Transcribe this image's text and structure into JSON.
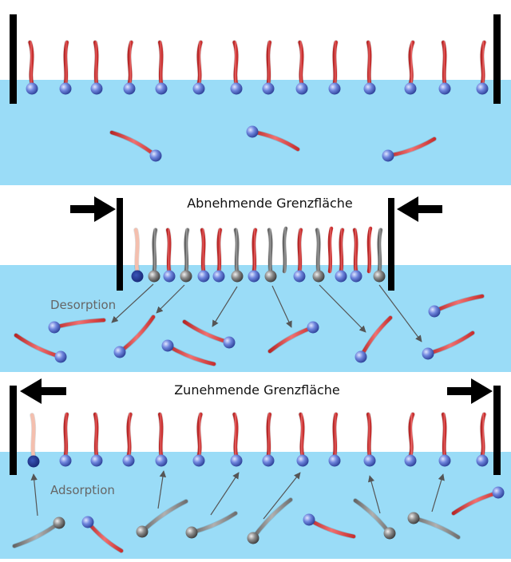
{
  "panels": {
    "middle": {
      "title": "Abnehmende Grenzfläche",
      "process_label": "Desorption"
    },
    "bottom": {
      "title": "Zunehmende Grenzfläche",
      "process_label": "Adsorption"
    }
  },
  "colors": {
    "water": "#9adcf7",
    "air": "#ffffff",
    "barrier": "#000000",
    "tail_red": "#e04848",
    "tail_gray": "#8a8a8a",
    "tail_fresh": "#f2b8a8",
    "head_blue": "#4a62c8",
    "head_gray": "#707070",
    "head_dark": "#1f3487",
    "arrow": "#555555",
    "label_gray": "#666666",
    "title_text": "#111111"
  }
}
